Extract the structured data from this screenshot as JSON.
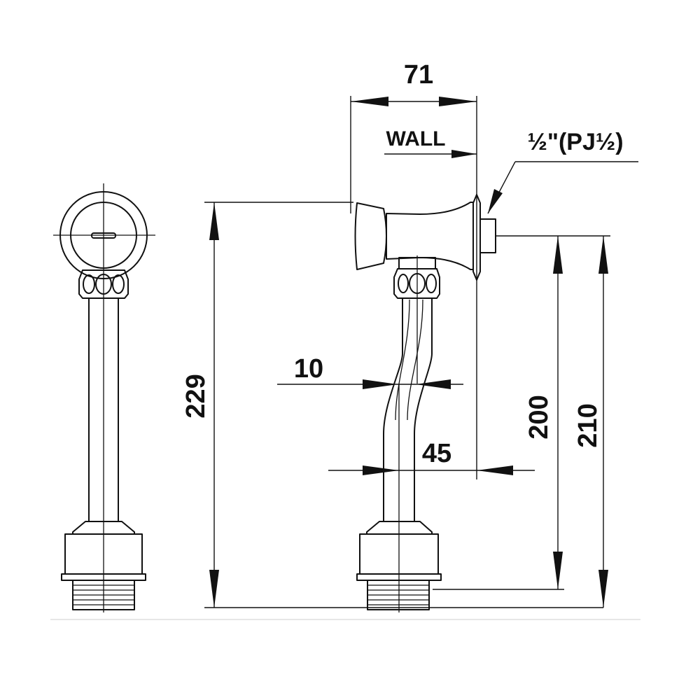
{
  "dimensions": {
    "width_top": "71",
    "wall_label": "WALL",
    "thread_size": "½\"(PJ½)",
    "height_total": "229",
    "height_200": "200",
    "height_210": "210",
    "pipe_diameter": "10",
    "offset": "45"
  }
}
